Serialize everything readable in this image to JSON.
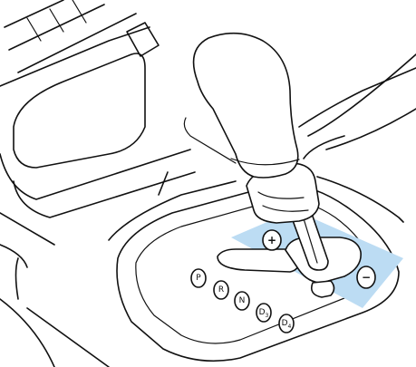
{
  "figure": {
    "highlight_color": "#bcdcf3",
    "line_color": "#111111",
    "background": "#ffffff"
  },
  "manual_gate": {
    "plus_symbol": "+",
    "minus_symbol": "−"
  },
  "gear_positions": [
    "P",
    "R",
    "N",
    "D",
    "D"
  ],
  "gear_subscripts": [
    "",
    "",
    "",
    "3",
    "4"
  ]
}
